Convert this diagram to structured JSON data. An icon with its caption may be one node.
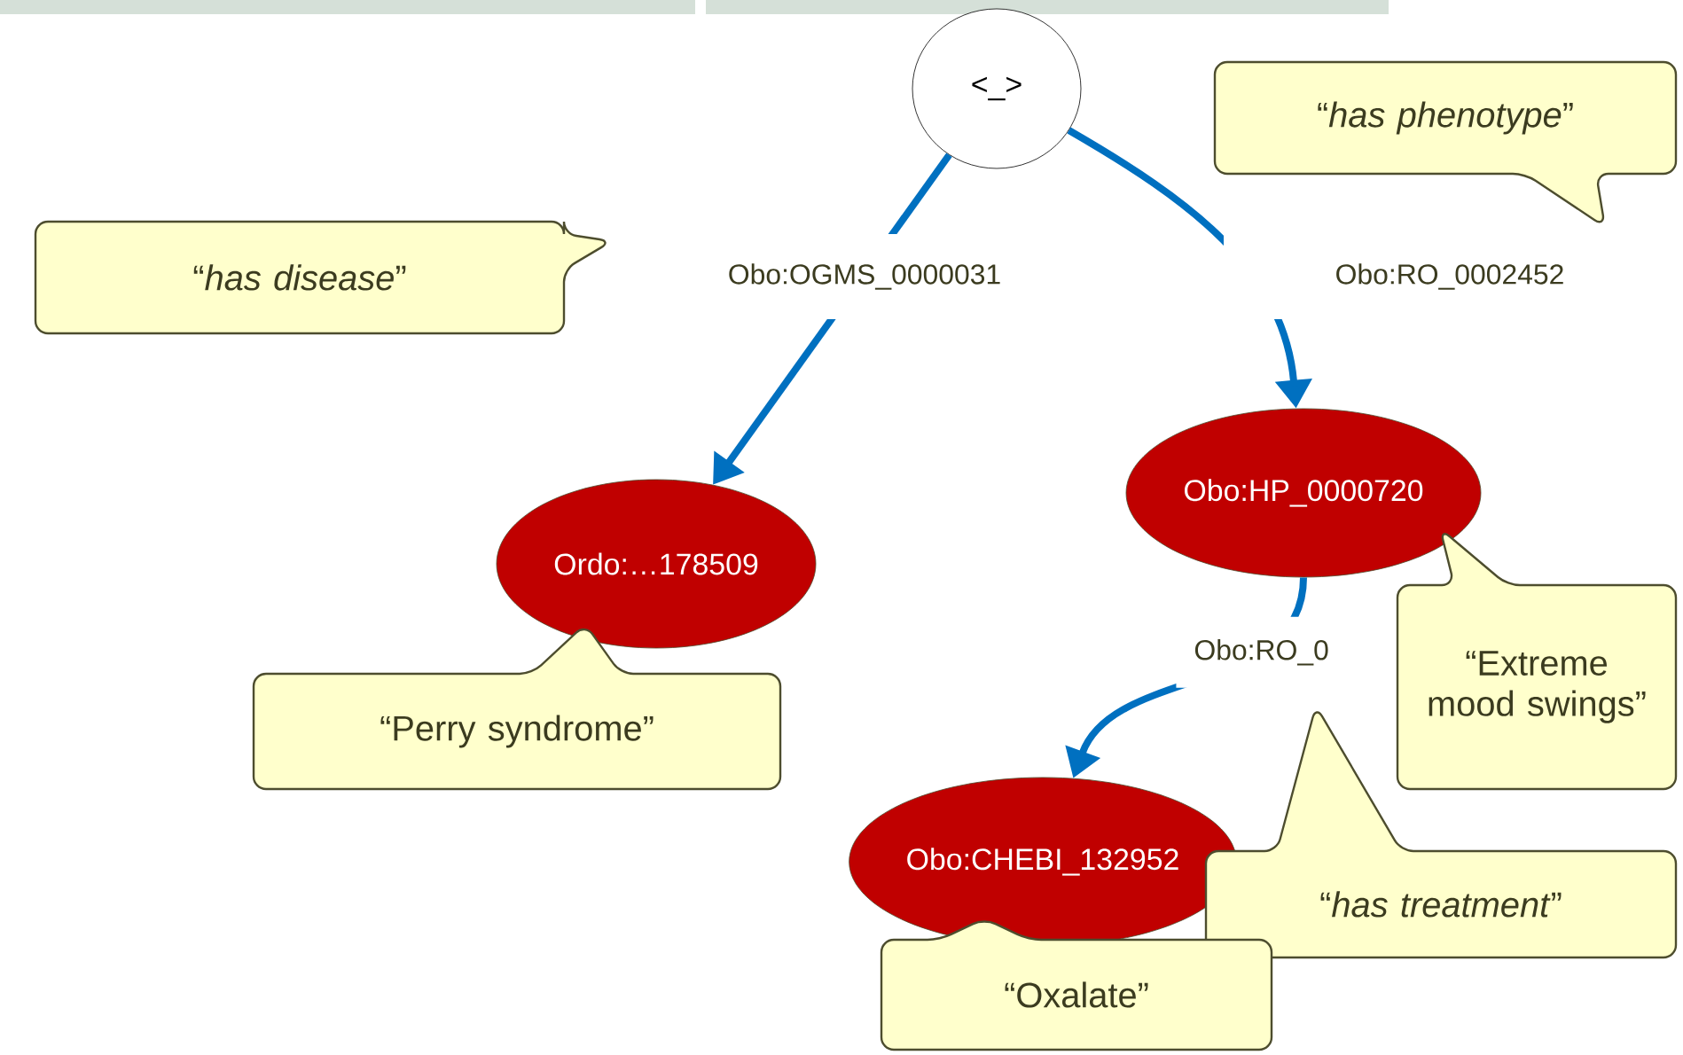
{
  "diagram": {
    "nodes": [
      {
        "text": [
          "<_>"
        ]
      },
      {
        "text": [
          "Ordo:…178509"
        ]
      },
      {
        "text": [
          "Obo:HP_0000720"
        ]
      },
      {
        "text": [
          "Obo:CHEBI_132952"
        ]
      },
      {
        "text": [
          "“*has disease*”"
        ]
      },
      {
        "text": [
          "“*has phenotype*”"
        ]
      },
      {
        "text": [
          "“Perry syndrome”"
        ]
      },
      {
        "text": [
          "“Extreme mood swings”"
        ]
      },
      {
        "text": [
          "“*has treatment*”"
        ]
      },
      {
        "text": [
          "“Oxalate”"
        ]
      }
    ],
    "edges": [
      {
        "from": 0,
        "to": 1,
        "arrow": "to",
        "label": "Obo:OGMS_0000031"
      },
      {
        "from": 0,
        "to": 2,
        "arrow": "to",
        "label": "Obo:RO_0002452"
      },
      {
        "from": 2,
        "to": 3,
        "arrow": "to",
        "label": "Obo:RO_0"
      }
    ]
  }
}
